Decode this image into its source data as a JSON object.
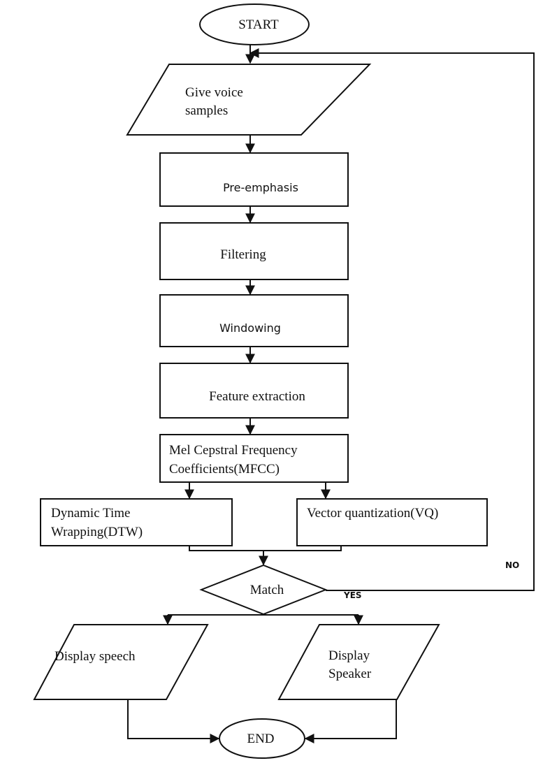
{
  "nodes": {
    "start": "START",
    "input": [
      "Give voice",
      "samples"
    ],
    "preemphasis": "Pre-emphasis",
    "filtering": "Filtering",
    "windowing": "Windowing",
    "feature": "Feature extraction",
    "mfcc": [
      "Mel Cepstral Frequency",
      "Coefficients(MFCC)"
    ],
    "dtw": [
      "Dynamic Time",
      "Wrapping(DTW)"
    ],
    "vq": "Vector quantization(VQ)",
    "match": "Match",
    "display_speech": "Display speech",
    "display_speaker": [
      "Display",
      "Speaker"
    ],
    "end": "END"
  },
  "edge_labels": {
    "no": "NO",
    "yes": "YES"
  }
}
